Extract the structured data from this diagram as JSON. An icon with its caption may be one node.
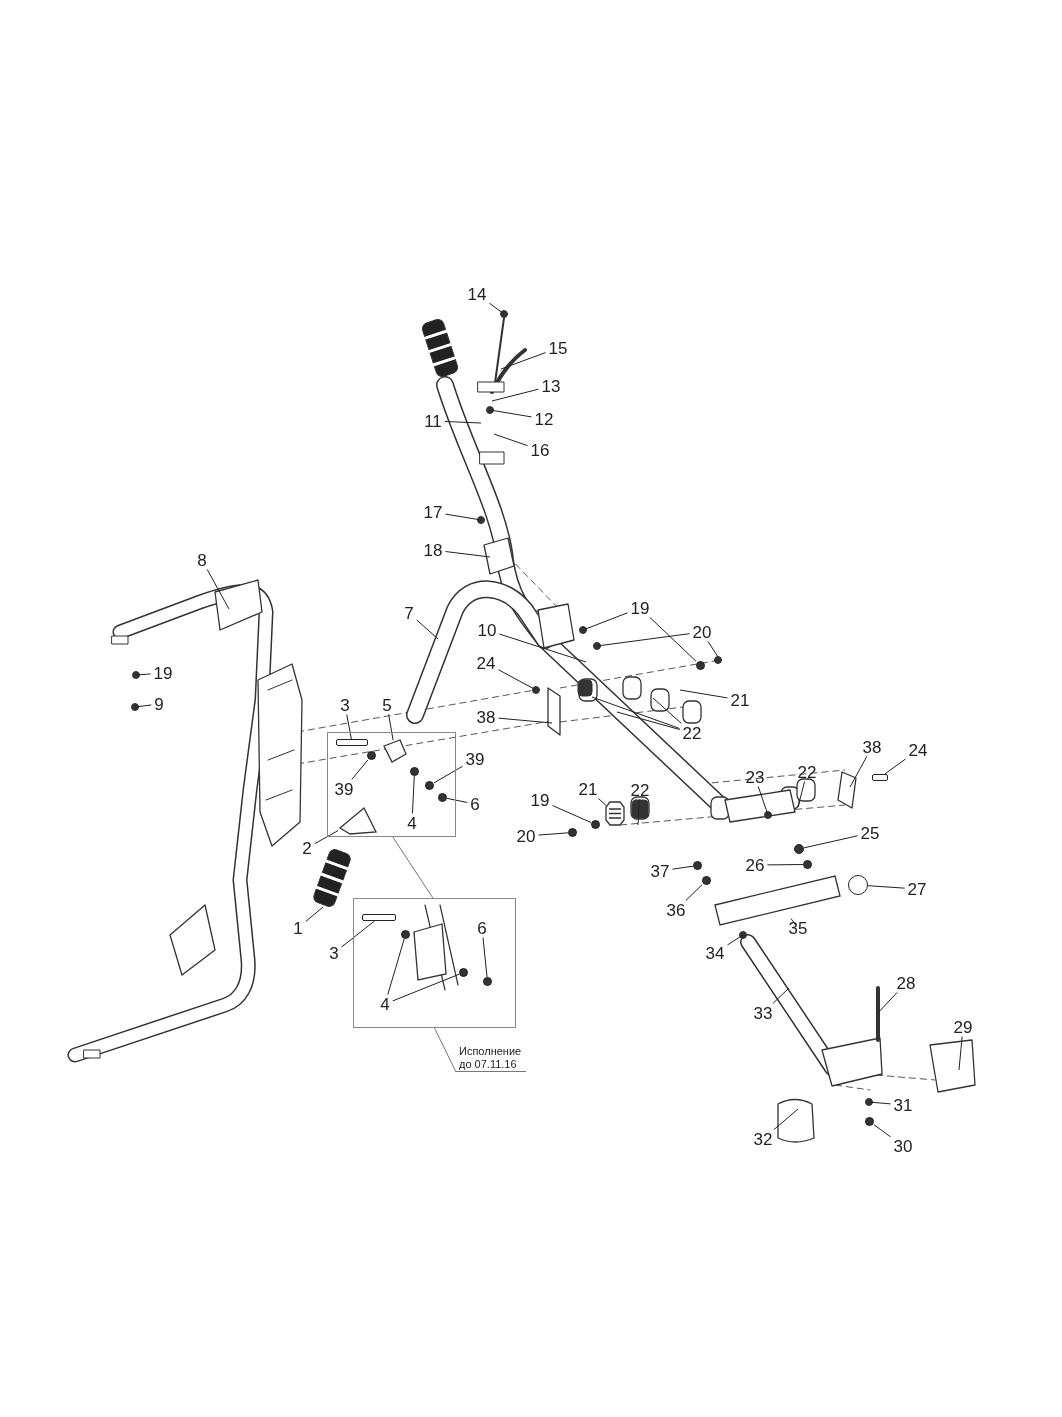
{
  "diagram": {
    "nodes": [
      {
        "text": [
          "14"
        ]
      },
      {
        "text": [
          "15"
        ]
      },
      {
        "text": [
          "13"
        ]
      },
      {
        "text": [
          "12"
        ]
      },
      {
        "text": [
          "11"
        ]
      },
      {
        "text": [
          "16"
        ]
      },
      {
        "text": [
          "17"
        ]
      },
      {
        "text": [
          "18"
        ]
      },
      {
        "text": [
          "8"
        ]
      },
      {
        "text": [
          "19"
        ]
      },
      {
        "text": [
          "9"
        ]
      },
      {
        "text": [
          "7"
        ]
      },
      {
        "text": [
          "10"
        ]
      },
      {
        "text": [
          "19"
        ]
      },
      {
        "text": [
          "20"
        ]
      },
      {
        "text": [
          "24"
        ]
      },
      {
        "text": [
          "38"
        ]
      },
      {
        "text": [
          "21"
        ]
      },
      {
        "text": [
          "22"
        ]
      },
      {
        "text": [],
        "shape": "box"
      },
      {
        "text": [
          "3"
        ]
      },
      {
        "text": [
          "5"
        ]
      },
      {
        "text": [
          "39"
        ],
        "in": 19
      },
      {
        "text": [
          "39"
        ]
      },
      {
        "text": [
          "6"
        ]
      },
      {
        "text": [
          "4"
        ],
        "in": 19
      },
      {
        "text": [
          "2"
        ]
      },
      {
        "text": [
          "19"
        ]
      },
      {
        "text": [
          "21"
        ]
      },
      {
        "text": [
          "22"
        ]
      },
      {
        "text": [
          "20"
        ]
      },
      {
        "text": [
          "23"
        ]
      },
      {
        "text": [
          "22"
        ]
      },
      {
        "text": [
          "38"
        ]
      },
      {
        "text": [
          "24"
        ]
      },
      {
        "text": [
          "25"
        ]
      },
      {
        "text": [
          "26"
        ]
      },
      {
        "text": [
          "37"
        ]
      },
      {
        "text": [
          "36"
        ]
      },
      {
        "text": [
          "35"
        ]
      },
      {
        "text": [
          "27"
        ]
      },
      {
        "text": [
          "1"
        ]
      },
      {
        "text": [],
        "shape": "box"
      },
      {
        "text": [
          "3"
        ]
      },
      {
        "text": [
          "6"
        ],
        "in": 42
      },
      {
        "text": [
          "4"
        ],
        "in": 42
      },
      {
        "text": [
          "34"
        ]
      },
      {
        "text": [
          "33"
        ]
      },
      {
        "text": [
          "28"
        ]
      },
      {
        "text": [
          "29"
        ]
      },
      {
        "text": [
          "31"
        ]
      },
      {
        "text": [
          "30"
        ]
      },
      {
        "text": [
          "32"
        ]
      },
      {
        "text": [
          "Исполнение до 07.11.16"
        ]
      },
      {
        "text": [],
        "shape": "bar",
        "in": 19
      },
      {
        "text": [],
        "shape": "picture",
        "in": 19
      },
      {
        "text": [],
        "shape": "circle",
        "in": 19
      },
      {
        "text": [],
        "shape": "circle",
        "in": 19
      },
      {
        "text": [],
        "shape": "circle",
        "in": 19
      },
      {
        "text": [],
        "shape": "circle",
        "in": 19
      },
      {
        "text": [],
        "shape": "picture",
        "in": 19
      },
      {
        "text": [],
        "shape": "bar",
        "in": 42
      },
      {
        "text": [],
        "shape": "circle",
        "in": 42
      },
      {
        "text": [],
        "shape": "picture",
        "in": 42
      },
      {
        "text": [],
        "shape": "circle",
        "in": 42
      },
      {
        "text": [],
        "shape": "circle",
        "in": 42
      },
      {
        "text": [],
        "shape": "circle"
      },
      {
        "text": [],
        "shape": "circle"
      },
      {
        "text": [],
        "shape": "circle"
      },
      {
        "text": [],
        "shape": "bar"
      },
      {
        "text": [],
        "shape": "circle"
      },
      {
        "text": [],
        "shape": "picture"
      },
      {
        "text": [],
        "shape": "circle"
      },
      {
        "text": [],
        "shape": "picture"
      },
      {
        "text": [],
        "shape": "circle"
      },
      {
        "text": [],
        "shape": "circle"
      },
      {
        "text": [],
        "shape": "circle"
      },
      {
        "text": [],
        "shape": "circle"
      }
    ],
    "edges": [
      {
        "from": 0,
        "to": null,
        "arrow": "none"
      },
      {
        "from": 1,
        "to": null,
        "arrow": "none"
      },
      {
        "from": 2,
        "to": null,
        "arrow": "none"
      },
      {
        "from": 3,
        "to": null,
        "arrow": "none"
      },
      {
        "from": 4,
        "to": null,
        "arrow": "none"
      },
      {
        "from": 5,
        "to": null,
        "arrow": "none"
      },
      {
        "from": 6,
        "to": null,
        "arrow": "none"
      },
      {
        "from": 7,
        "to": null,
        "arrow": "none"
      },
      {
        "from": 8,
        "to": null,
        "arrow": "none"
      },
      {
        "from": 9,
        "to": null,
        "arrow": "none"
      },
      {
        "from": 10,
        "to": null,
        "arrow": "none"
      },
      {
        "from": 11,
        "to": null,
        "arrow": "none"
      },
      {
        "from": 12,
        "to": null,
        "arrow": "none"
      },
      {
        "from": 13,
        "to": null,
        "arrow": "none"
      },
      {
        "from": 13,
        "to": 66,
        "arrow": "none"
      },
      {
        "from": 14,
        "to": null,
        "arrow": "none"
      },
      {
        "from": 14,
        "to": null,
        "arrow": "none"
      },
      {
        "from": 15,
        "to": null,
        "arrow": "none"
      },
      {
        "from": 16,
        "to": null,
        "arrow": "none"
      },
      {
        "from": 17,
        "to": null,
        "arrow": "none"
      },
      {
        "from": 18,
        "to": null,
        "arrow": "none"
      },
      {
        "from": 18,
        "to": null,
        "arrow": "none"
      },
      {
        "from": 18,
        "to": null,
        "arrow": "none"
      },
      {
        "from": 20,
        "to": 54,
        "arrow": "none"
      },
      {
        "from": 21,
        "to": 55,
        "arrow": "none"
      },
      {
        "from": 22,
        "to": 56,
        "arrow": "none"
      },
      {
        "from": 23,
        "to": 58,
        "arrow": "none"
      },
      {
        "from": 24,
        "to": 59,
        "arrow": "none"
      },
      {
        "from": 25,
        "to": 57,
        "arrow": "none"
      },
      {
        "from": 26,
        "to": 60,
        "arrow": "none"
      },
      {
        "from": 27,
        "to": 67,
        "arrow": "none"
      },
      {
        "from": 28,
        "to": 73,
        "arrow": "none"
      },
      {
        "from": 29,
        "to": null,
        "arrow": "none"
      },
      {
        "from": 30,
        "to": 68,
        "arrow": "none"
      },
      {
        "from": 31,
        "to": null,
        "arrow": "none"
      },
      {
        "from": 32,
        "to": null,
        "arrow": "none"
      },
      {
        "from": 33,
        "to": null,
        "arrow": "none"
      },
      {
        "from": 34,
        "to": 69,
        "arrow": "none"
      },
      {
        "from": 35,
        "to": 77,
        "arrow": "none"
      },
      {
        "from": 36,
        "to": 74,
        "arrow": "none"
      },
      {
        "from": 37,
        "to": 75,
        "arrow": "none"
      },
      {
        "from": 38,
        "to": 70,
        "arrow": "none"
      },
      {
        "from": 39,
        "to": 71,
        "arrow": "none"
      },
      {
        "from": 40,
        "to": 76,
        "arrow": "none"
      },
      {
        "from": 41,
        "to": null,
        "arrow": "none"
      },
      {
        "from": 19,
        "to": 42,
        "arrow": "none",
        "color": "#777777"
      },
      {
        "from": 43,
        "to": 61,
        "arrow": "none"
      },
      {
        "from": 44,
        "to": 65,
        "arrow": "none"
      },
      {
        "from": 45,
        "to": 62,
        "arrow": "none"
      },
      {
        "from": 45,
        "to": 64,
        "arrow": "none"
      },
      {
        "from": 46,
        "to": null,
        "arrow": "none"
      },
      {
        "from": 47,
        "to": null,
        "arrow": "none"
      },
      {
        "from": 48,
        "to": null,
        "arrow": "none"
      },
      {
        "from": 49,
        "to": null,
        "arrow": "none"
      },
      {
        "from": 50,
        "to": null,
        "arrow": "none"
      },
      {
        "from": 51,
        "to": 72,
        "arrow": "none"
      },
      {
        "from": 52,
        "to": null,
        "arrow": "none"
      },
      {
        "from": 53,
        "to": 42,
        "arrow": "none",
        "color": "#777777"
      }
    ]
  }
}
